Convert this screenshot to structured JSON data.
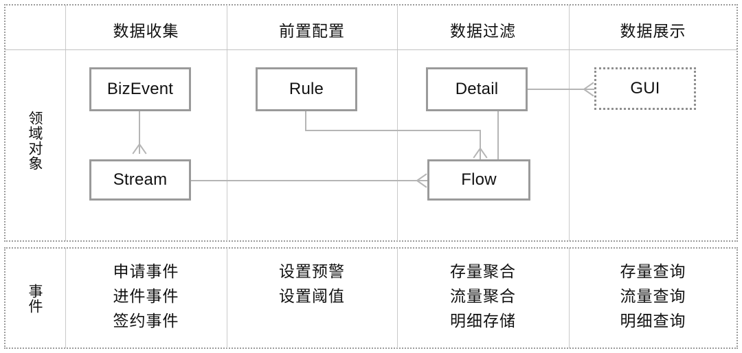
{
  "diagram": {
    "title": "",
    "columns": [
      {
        "key": "collect",
        "header": "数据收集"
      },
      {
        "key": "config",
        "header": "前置配置"
      },
      {
        "key": "filter",
        "header": "数据过滤"
      },
      {
        "key": "display",
        "header": "数据展示"
      }
    ],
    "rows": [
      {
        "key": "domain",
        "label": "领域对象"
      },
      {
        "key": "events",
        "label": "事件"
      }
    ],
    "nodes": [
      {
        "id": "bizevent",
        "label": "BizEvent",
        "style": "solid",
        "column": "collect"
      },
      {
        "id": "stream",
        "label": "Stream",
        "style": "solid",
        "column": "collect"
      },
      {
        "id": "rule",
        "label": "Rule",
        "style": "solid",
        "column": "config"
      },
      {
        "id": "detail",
        "label": "Detail",
        "style": "solid",
        "column": "filter"
      },
      {
        "id": "flow",
        "label": "Flow",
        "style": "solid",
        "column": "filter"
      },
      {
        "id": "gui",
        "label": "GUI",
        "style": "dotted",
        "column": "display"
      }
    ],
    "edges": [
      {
        "from": "bizevent",
        "to": "stream",
        "shape": "vertical-down"
      },
      {
        "from": "stream",
        "to": "flow",
        "shape": "horizontal-right"
      },
      {
        "from": "rule",
        "to": "flow",
        "shape": "down-right-down"
      },
      {
        "from": "flow",
        "to": "detail",
        "shape": "vertical-up"
      },
      {
        "from": "detail",
        "to": "gui",
        "shape": "horizontal-right"
      }
    ],
    "event_columns": [
      {
        "column": "collect",
        "items": [
          "申请事件",
          "进件事件",
          "签约事件"
        ]
      },
      {
        "column": "config",
        "items": [
          "设置预警",
          "设置阈值"
        ]
      },
      {
        "column": "filter",
        "items": [
          "存量聚合",
          "流量聚合",
          "明细存储"
        ]
      },
      {
        "column": "display",
        "items": [
          "存量查询",
          "流量查询",
          "明细查询"
        ]
      }
    ],
    "colors": {
      "background": "#ffffff",
      "node_border": "#9a9a9a",
      "panel_border": "#9a9a9a",
      "grid_line": "#c9c9c9",
      "connector": "#b5b5b5",
      "text": "#111111"
    }
  }
}
